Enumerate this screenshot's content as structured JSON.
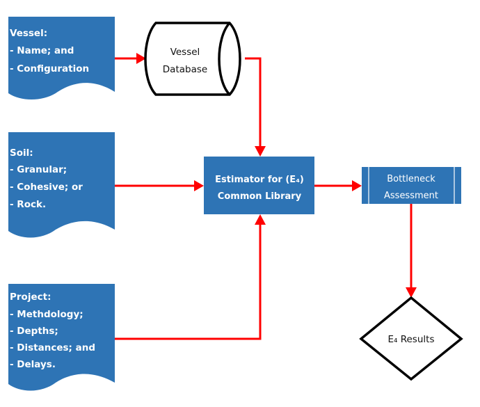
{
  "colors": {
    "shape_fill": "#2e74b5",
    "arrow": "#ff0000",
    "outline": "#000000",
    "text_light": "#ffffff",
    "text_dark": "#111111"
  },
  "nodes": {
    "vessel_doc": {
      "lines": [
        "Vessel:",
        "- Name; and",
        "- Configuration"
      ]
    },
    "soil_doc": {
      "lines": [
        "Soil:",
        "- Granular;",
        "- Cohesive; or",
        "- Rock."
      ]
    },
    "project_doc": {
      "lines": [
        "Project:",
        "- Methdology;",
        "- Depths;",
        "- Distances; and",
        "- Delays."
      ]
    },
    "vessel_db": {
      "lines": [
        "Vessel",
        "Database"
      ]
    },
    "estimator": {
      "lines": [
        "Estimator for (E₄)",
        "Common Library"
      ]
    },
    "bottleneck": {
      "lines": [
        "Bottleneck",
        "Assessment"
      ]
    },
    "results": {
      "label": "E₄ Results"
    }
  },
  "edges": [
    {
      "from": "vessel_doc",
      "to": "vessel_db"
    },
    {
      "from": "vessel_db",
      "to": "estimator"
    },
    {
      "from": "soil_doc",
      "to": "estimator"
    },
    {
      "from": "project_doc",
      "to": "estimator"
    },
    {
      "from": "estimator",
      "to": "bottleneck"
    },
    {
      "from": "bottleneck",
      "to": "results"
    }
  ]
}
